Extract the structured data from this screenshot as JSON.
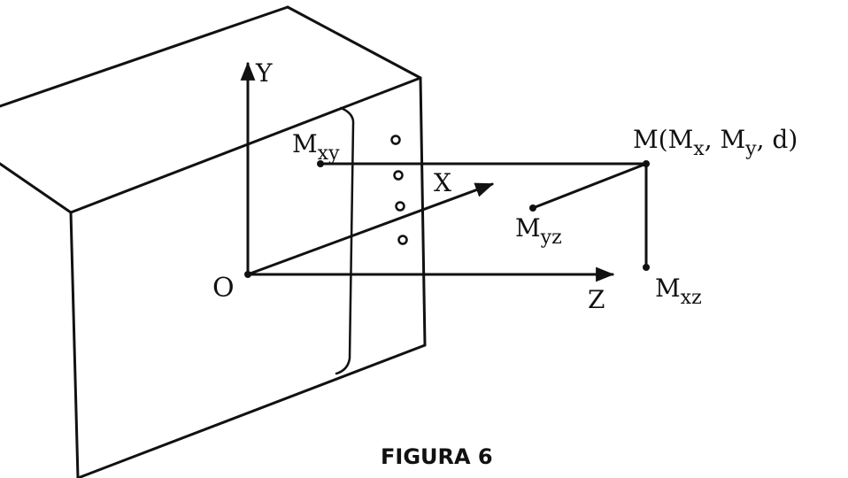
{
  "labels": {
    "origin": "O",
    "axis_y": "Y",
    "axis_x": "X",
    "axis_z": "Z",
    "point_m": "M(M",
    "point_m_x_sub": "x",
    "point_m_sep1": ", M",
    "point_m_y_sub": "y",
    "point_m_tail": ", d)",
    "m_xy_base": "M",
    "m_xy_sub": "xy",
    "m_yz_base": "M",
    "m_yz_sub": "yz",
    "m_xz_base": "M",
    "m_xz_sub": "xz"
  },
  "caption": "FIGURA 6"
}
